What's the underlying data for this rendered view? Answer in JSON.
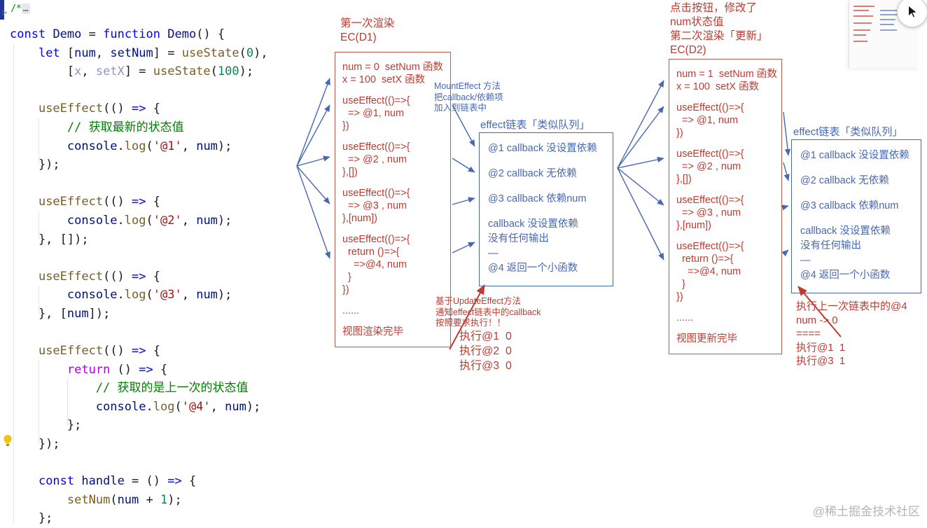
{
  "editor": {
    "fold_chevron": ">",
    "folded_line": [
      {
        "c": "com",
        "t": "/*"
      },
      {
        "c": "fold",
        "t": "…"
      }
    ],
    "lines": [
      [
        {
          "c": "kw",
          "t": "const"
        },
        {
          "c": "p",
          "t": " "
        },
        {
          "c": "var",
          "t": "Demo"
        },
        {
          "c": "p",
          "t": " = "
        },
        {
          "c": "kw",
          "t": "function"
        },
        {
          "c": "p",
          "t": " "
        },
        {
          "c": "var",
          "t": "Demo"
        },
        {
          "c": "p",
          "t": "() {"
        }
      ],
      [
        {
          "c": "p",
          "t": "    "
        },
        {
          "c": "kw",
          "t": "let"
        },
        {
          "c": "p",
          "t": " ["
        },
        {
          "c": "var",
          "t": "num"
        },
        {
          "c": "p",
          "t": ", "
        },
        {
          "c": "var",
          "t": "setNum"
        },
        {
          "c": "p",
          "t": "] = "
        },
        {
          "c": "fn",
          "t": "useState"
        },
        {
          "c": "p",
          "t": "("
        },
        {
          "c": "num",
          "t": "0"
        },
        {
          "c": "p",
          "t": "),"
        }
      ],
      [
        {
          "c": "p",
          "t": "        ["
        },
        {
          "c": "dim",
          "t": "x"
        },
        {
          "c": "p",
          "t": ", "
        },
        {
          "c": "dim",
          "t": "setX"
        },
        {
          "c": "p",
          "t": "] = "
        },
        {
          "c": "fn",
          "t": "useState"
        },
        {
          "c": "p",
          "t": "("
        },
        {
          "c": "num",
          "t": "100"
        },
        {
          "c": "p",
          "t": ");"
        }
      ],
      [],
      [
        {
          "c": "p",
          "t": "    "
        },
        {
          "c": "fn",
          "t": "useEffect"
        },
        {
          "c": "p",
          "t": "(() "
        },
        {
          "c": "kw",
          "t": "=>"
        },
        {
          "c": "p",
          "t": " {"
        }
      ],
      [
        {
          "c": "com",
          "t": "        // 获取最新的状态值"
        }
      ],
      [
        {
          "c": "p",
          "t": "        "
        },
        {
          "c": "var",
          "t": "console"
        },
        {
          "c": "p",
          "t": "."
        },
        {
          "c": "fn",
          "t": "log"
        },
        {
          "c": "p",
          "t": "("
        },
        {
          "c": "str",
          "t": "'@1'"
        },
        {
          "c": "p",
          "t": ", "
        },
        {
          "c": "var",
          "t": "num"
        },
        {
          "c": "p",
          "t": ");"
        }
      ],
      [
        {
          "c": "p",
          "t": "    });"
        }
      ],
      [],
      [
        {
          "c": "p",
          "t": "    "
        },
        {
          "c": "fn",
          "t": "useEffect"
        },
        {
          "c": "p",
          "t": "(() "
        },
        {
          "c": "kw",
          "t": "=>"
        },
        {
          "c": "p",
          "t": " {"
        }
      ],
      [
        {
          "c": "p",
          "t": "        "
        },
        {
          "c": "var",
          "t": "console"
        },
        {
          "c": "p",
          "t": "."
        },
        {
          "c": "fn",
          "t": "log"
        },
        {
          "c": "p",
          "t": "("
        },
        {
          "c": "str",
          "t": "'@2'"
        },
        {
          "c": "p",
          "t": ", "
        },
        {
          "c": "var",
          "t": "num"
        },
        {
          "c": "p",
          "t": ");"
        }
      ],
      [
        {
          "c": "p",
          "t": "    }, []);"
        }
      ],
      [],
      [
        {
          "c": "p",
          "t": "    "
        },
        {
          "c": "fn",
          "t": "useEffect"
        },
        {
          "c": "p",
          "t": "(() "
        },
        {
          "c": "kw",
          "t": "=>"
        },
        {
          "c": "p",
          "t": " {"
        }
      ],
      [
        {
          "c": "p",
          "t": "        "
        },
        {
          "c": "var",
          "t": "console"
        },
        {
          "c": "p",
          "t": "."
        },
        {
          "c": "fn",
          "t": "log"
        },
        {
          "c": "p",
          "t": "("
        },
        {
          "c": "str",
          "t": "'@3'"
        },
        {
          "c": "p",
          "t": ", "
        },
        {
          "c": "var",
          "t": "num"
        },
        {
          "c": "p",
          "t": ");"
        }
      ],
      [
        {
          "c": "p",
          "t": "    }, ["
        },
        {
          "c": "var",
          "t": "num"
        },
        {
          "c": "p",
          "t": "]);"
        }
      ],
      [],
      [
        {
          "c": "p",
          "t": "    "
        },
        {
          "c": "fn",
          "t": "useEffect"
        },
        {
          "c": "p",
          "t": "(() "
        },
        {
          "c": "kw",
          "t": "=>"
        },
        {
          "c": "p",
          "t": " {"
        }
      ],
      [
        {
          "c": "p",
          "t": "        "
        },
        {
          "c": "ctrl",
          "t": "return"
        },
        {
          "c": "p",
          "t": " () "
        },
        {
          "c": "kw",
          "t": "=>"
        },
        {
          "c": "p",
          "t": " {"
        }
      ],
      [
        {
          "c": "com",
          "t": "            // 获取的是上一次的状态值"
        }
      ],
      [
        {
          "c": "p",
          "t": "            "
        },
        {
          "c": "var",
          "t": "console"
        },
        {
          "c": "p",
          "t": "."
        },
        {
          "c": "fn",
          "t": "log"
        },
        {
          "c": "p",
          "t": "("
        },
        {
          "c": "str",
          "t": "'@4'"
        },
        {
          "c": "p",
          "t": ", "
        },
        {
          "c": "var",
          "t": "num"
        },
        {
          "c": "p",
          "t": ");"
        }
      ],
      [
        {
          "c": "p",
          "t": "        };"
        }
      ],
      [
        {
          "c": "p",
          "t": "    });"
        }
      ],
      [],
      [
        {
          "c": "p",
          "t": "    "
        },
        {
          "c": "kw",
          "t": "const"
        },
        {
          "c": "p",
          "t": " "
        },
        {
          "c": "var",
          "t": "handle"
        },
        {
          "c": "p",
          "t": " = () "
        },
        {
          "c": "kw",
          "t": "=>"
        },
        {
          "c": "p",
          "t": " {"
        }
      ],
      [
        {
          "c": "p",
          "t": "        "
        },
        {
          "c": "fn",
          "t": "setNum"
        },
        {
          "c": "p",
          "t": "("
        },
        {
          "c": "var",
          "t": "num"
        },
        {
          "c": "p",
          "t": " + "
        },
        {
          "c": "num",
          "t": "1"
        },
        {
          "c": "p",
          "t": ");"
        }
      ],
      [
        {
          "c": "p",
          "t": "    };"
        }
      ]
    ]
  },
  "diagram": {
    "colors": {
      "red": "#bf3b2f",
      "blue": "#4668b3"
    },
    "first_render": {
      "header": [
        "第一次渲染",
        "EC(D1)"
      ],
      "state_box": {
        "lines": [
          "num = 0  setNum 函数",
          "x = 100  setX 函数",
          "",
          "useEffect(()=>{",
          "  => @1, num",
          "})",
          "",
          "useEffect(()=>{",
          "  => @2 , num",
          "},[])",
          "",
          "useEffect(()=>{",
          "  => @3 , num",
          "},[num])",
          "",
          "useEffect(()=>{",
          "  return ()=>{",
          "    =>@4, num",
          "  }",
          "})",
          "",
          "......",
          "",
          "视图渲染完毕"
        ]
      },
      "mount_note": [
        "MountEffect 方法",
        "把callback/依赖项",
        "加入到链表中"
      ],
      "effect_list": {
        "title": "effect链表「类似队列」",
        "items": [
          "@1 callback 没设置依赖",
          "@2 callback 无依赖",
          "@3 callback 依赖num",
          "callback 没设置依赖",
          "没有任何输出",
          "—",
          "@4 返回一个小函数"
        ]
      },
      "update_note": [
        "基于UpdateEffect方法",
        "通知effect链表中的callback",
        "按照要求执行！！"
      ],
      "exec_output": [
        "执行@1  0",
        "执行@2  0",
        "执行@3  0"
      ]
    },
    "second_render": {
      "header": [
        "点击按钮，修改了",
        "num状态值",
        "第二次渲染「更新」",
        "EC(D2)"
      ],
      "state_box": {
        "lines": [
          "num = 1  setNum 函数",
          "x = 100  setX 函数",
          "",
          "useEffect(()=>{",
          "  => @1, num",
          "})",
          "",
          "useEffect(()=>{",
          "  => @2 , num",
          "},[])",
          "",
          "useEffect(()=>{",
          "  => @3 , num",
          "},[num])",
          "",
          "useEffect(()=>{",
          "  return ()=>{",
          "    =>@4, num",
          "  }",
          "})",
          "",
          "......",
          "",
          "视图更新完毕"
        ]
      },
      "effect_list": {
        "title": "effect链表「类似队列」",
        "items": [
          "@1 callback 没设置依赖",
          "@2 callback 无依赖",
          "@3 callback 依赖num",
          "callback 没设置依赖",
          "没有任何输出",
          "—",
          "@4 返回一个小函数"
        ]
      },
      "exec_output": [
        "执行上一次链表中的@4",
        "num -> 0",
        "====",
        "执行@1  1",
        "执行@3  1"
      ]
    }
  },
  "watermark": "@稀土掘金技术社区"
}
